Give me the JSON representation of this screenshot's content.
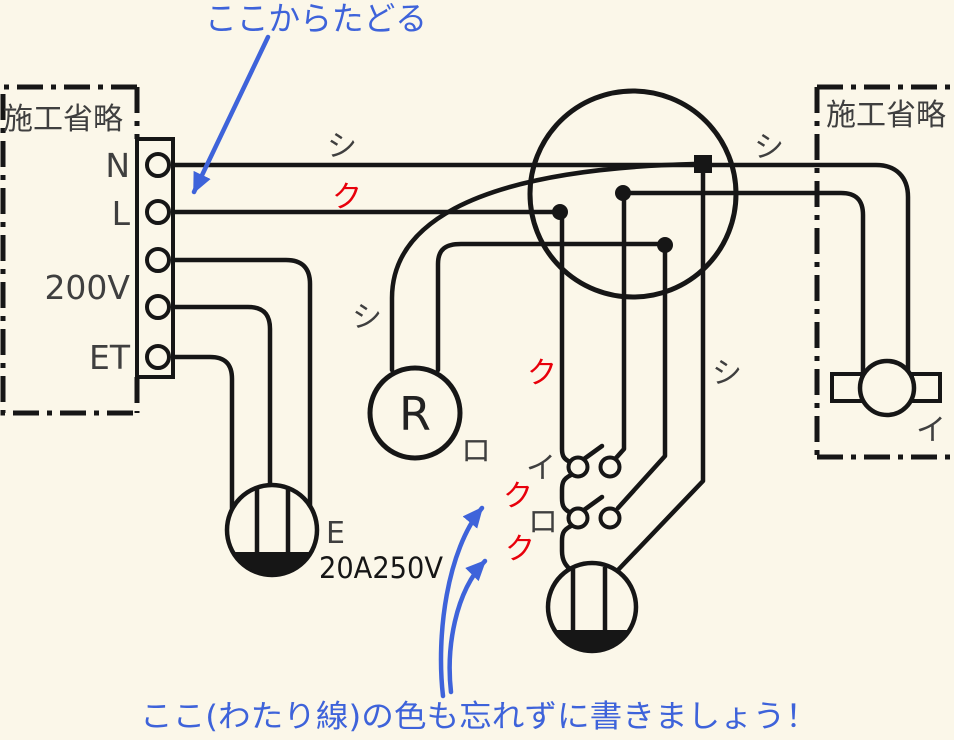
{
  "colors": {
    "background": "#FBF7E9",
    "line": "#161616",
    "label_gray": "#3F3F3F",
    "wire_color_red": "#E8000B",
    "annotation_blue": "#3E63DA"
  },
  "annotations": {
    "trace_hint": "ここからたどる",
    "watari_note": "ここ(わたり線)の色も忘れずに書きましょう！"
  },
  "source_box": {
    "label": "施工省略",
    "terminal_n": "N",
    "terminal_l": "L",
    "terminal_200v": "200V",
    "terminal_et": "ET"
  },
  "omitted_box_right": {
    "label": "施工省略",
    "lamp_label": "イ"
  },
  "devices": {
    "lamp_receptacle_letter": "R",
    "lamp_receptacle_circuit": "ロ",
    "switch_i_label": "イ",
    "switch_ro_label": "ロ",
    "outlet_200v_earth": "E",
    "outlet_200v_rating": "20A250V"
  },
  "wire_labels": {
    "white_source": "シ",
    "black_source": "ク",
    "white_receptacle": "シ",
    "black_switch_feed": "ク",
    "white_outlet": "シ",
    "white_lamp": "シ",
    "black_watari_switch": "ク",
    "black_watari_outlet": "ク"
  }
}
